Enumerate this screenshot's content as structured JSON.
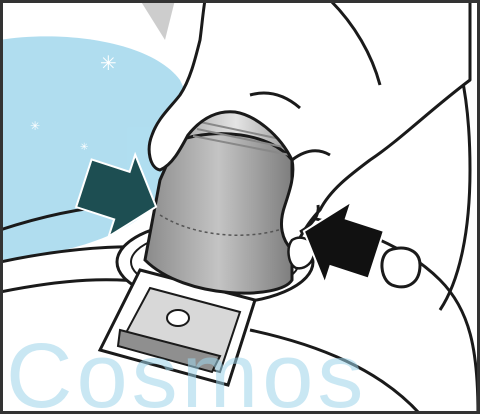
{
  "figure": {
    "watermark": {
      "text": "Cosmos",
      "color": "#7cc8e6"
    },
    "arrows": [
      {
        "id": "left",
        "icon": "arrow-right-icon",
        "color": "#1d4e52"
      },
      {
        "id": "right",
        "icon": "arrow-left-icon",
        "color": "#111111"
      }
    ],
    "colors": {
      "outline": "#1a1a1a",
      "canister_fill": "#a9a9a9",
      "canister_shadow": "#7d7d7d",
      "filter_band": "#cfcfcf",
      "skin": "#ffffff",
      "background": "#ffffff",
      "frame": "#333333"
    }
  }
}
